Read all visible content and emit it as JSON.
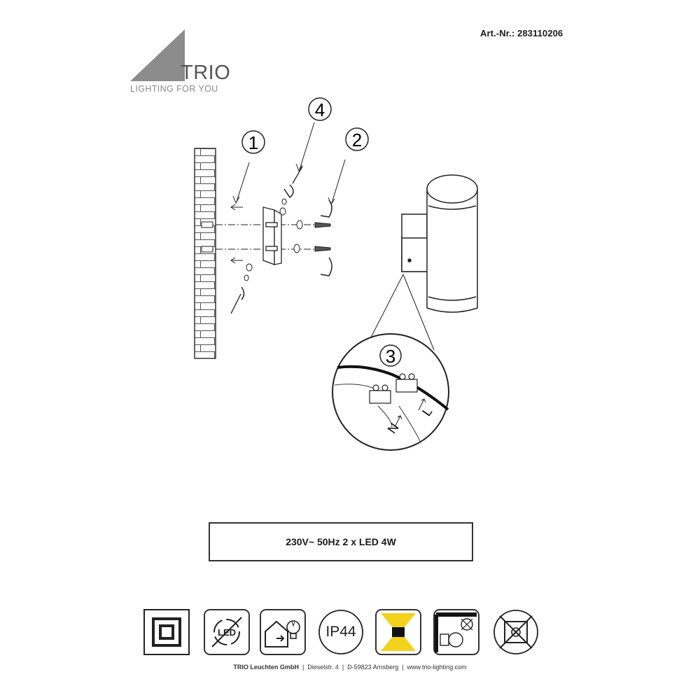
{
  "header": {
    "article_number": "Art.-Nr.: 283110206",
    "brand_name": "TRIO",
    "brand_tagline": "LIGHTING FOR YOU"
  },
  "diagram": {
    "step_labels": [
      "1",
      "2",
      "3",
      "4"
    ],
    "terminal_labels": {
      "neutral": "N",
      "live": "L"
    }
  },
  "spec": {
    "text": "230V~ 50Hz  2 x LED  4W"
  },
  "symbols": [
    {
      "name": "protection-class-2-icon"
    },
    {
      "name": "led-replaceable-icon"
    },
    {
      "name": "indoor-use-icon"
    },
    {
      "name": "ip-rating-icon",
      "text": "IP44"
    },
    {
      "name": "up-down-light-icon",
      "accent": "#f2d21a"
    },
    {
      "name": "wall-mount-icon"
    },
    {
      "name": "no-dimmer-icon"
    }
  ],
  "footer": {
    "company": "TRIO Leuchten GmbH",
    "street": "Dieselstr. 4",
    "city": "D-59823 Arnsberg",
    "website": "www.trio-lighting.com"
  }
}
